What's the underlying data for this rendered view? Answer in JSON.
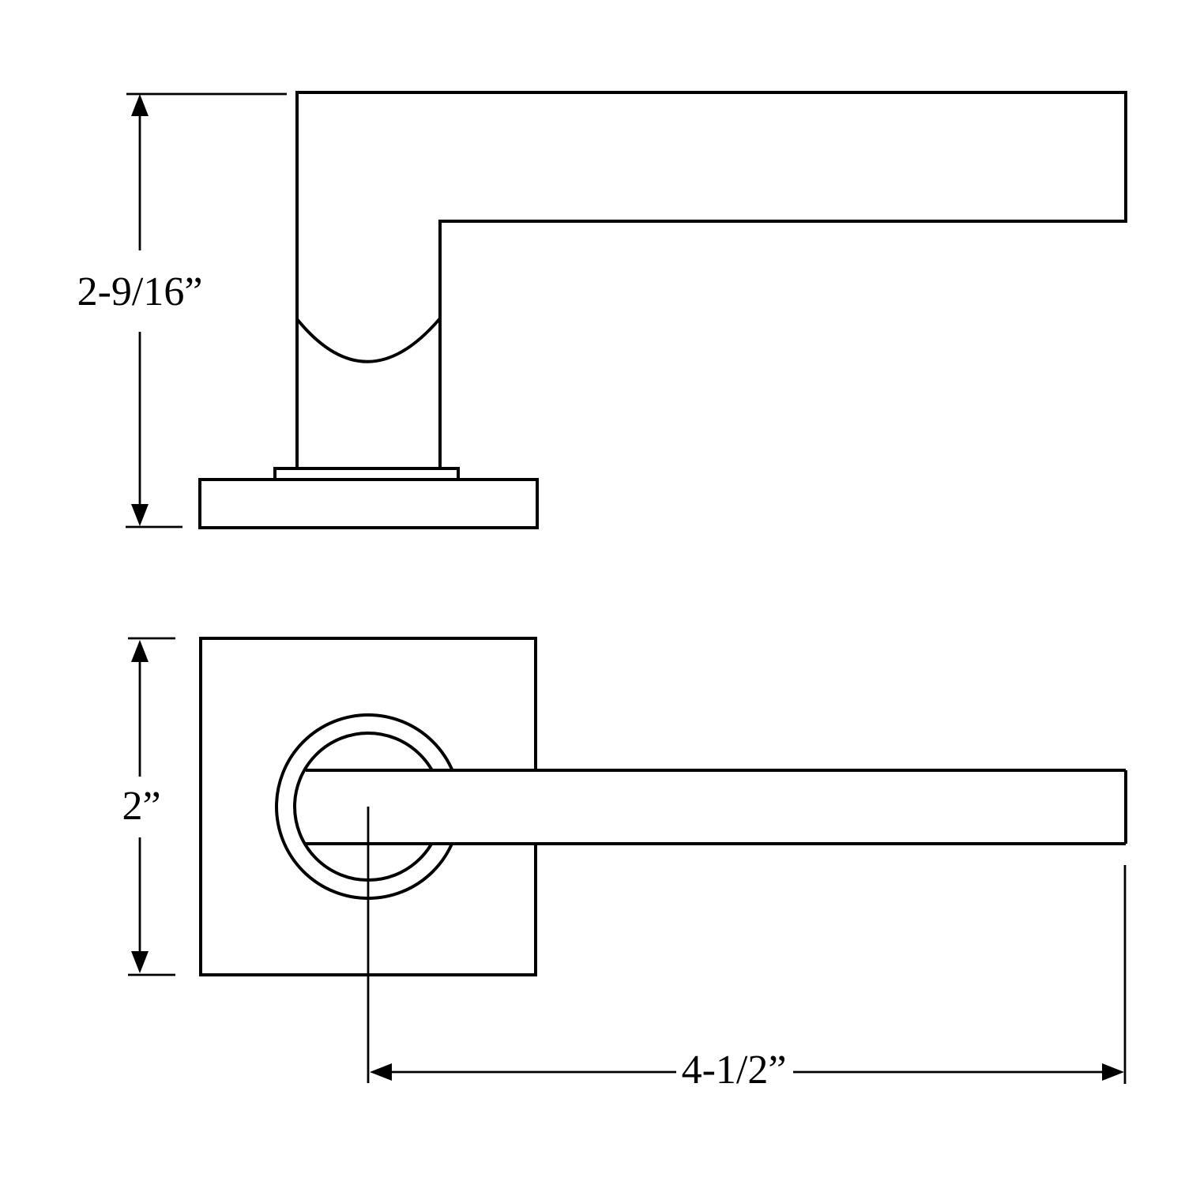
{
  "colors": {
    "background": "#ffffff",
    "ink": "#000000"
  },
  "drawing": {
    "dimensions": {
      "overall_height": {
        "label": "2-9/16”"
      },
      "rose_size": {
        "label": "2”"
      },
      "lever_length": {
        "label": "4-1/2”"
      }
    }
  }
}
